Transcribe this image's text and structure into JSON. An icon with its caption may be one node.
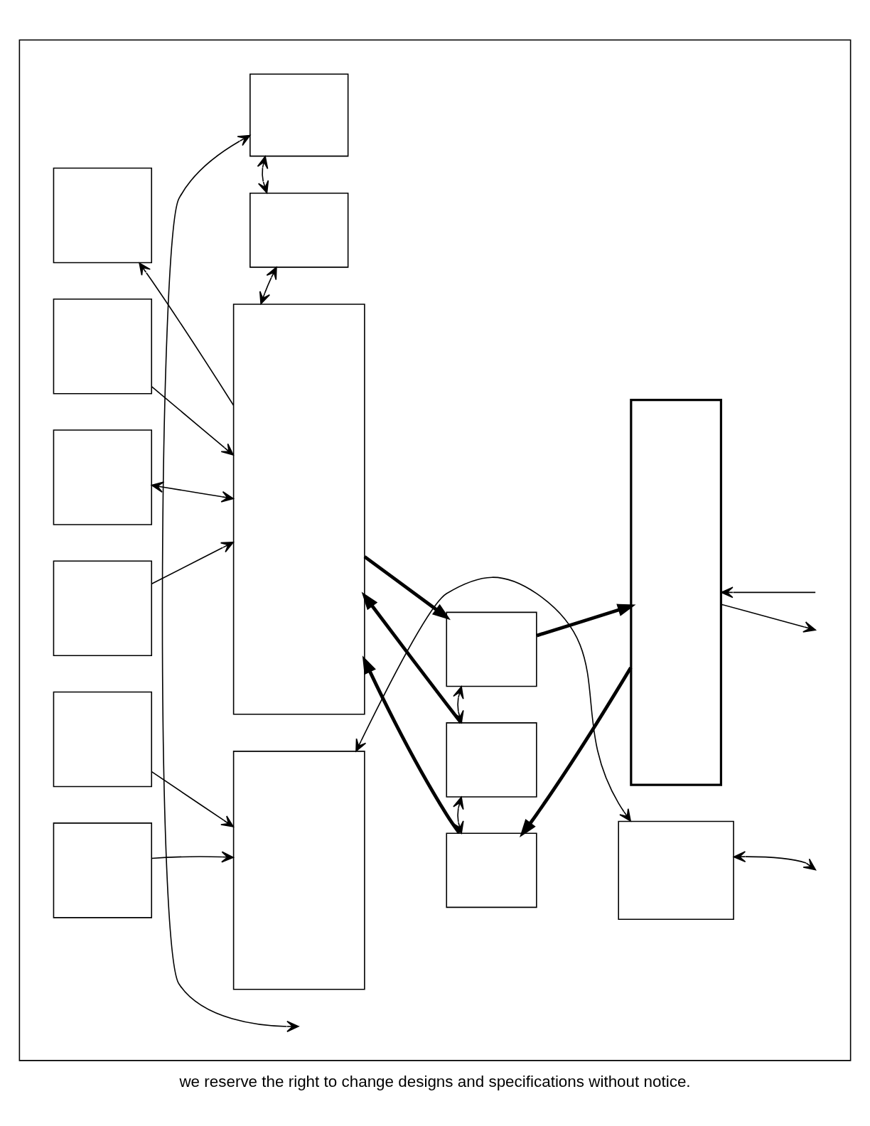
{
  "diagram": {
    "caption": "we reserve the right to change designs and specifications without notice.",
    "nodes": [
      {
        "text": [],
        "shape": "box"
      },
      {
        "text": [],
        "shape": "box",
        "in": 0
      },
      {
        "text": [],
        "shape": "box",
        "in": 0
      },
      {
        "text": [],
        "shape": "box",
        "in": 0
      },
      {
        "text": [],
        "shape": "box",
        "in": 0
      },
      {
        "text": [],
        "shape": "box",
        "in": 0
      },
      {
        "text": [],
        "shape": "box",
        "in": 0
      },
      {
        "text": [],
        "shape": "box",
        "in": 0
      },
      {
        "text": [],
        "shape": "box",
        "in": 0
      },
      {
        "text": [],
        "shape": "box",
        "in": 0
      },
      {
        "text": [],
        "shape": "box",
        "in": 0
      },
      {
        "text": [],
        "shape": "box",
        "in": 0
      },
      {
        "text": [],
        "shape": "box",
        "in": 0
      },
      {
        "text": [],
        "shape": "box",
        "in": 0
      },
      {
        "text": [],
        "shape": "box",
        "in": 0
      },
      {
        "text": [],
        "shape": "box",
        "in": 0
      }
    ],
    "edges": [
      {
        "from": null,
        "to": 1,
        "arrow": "both"
      },
      {
        "from": 1,
        "to": 2,
        "arrow": "both"
      },
      {
        "from": 2,
        "to": 3,
        "arrow": "both"
      },
      {
        "from": 3,
        "to": 5,
        "arrow": "to"
      },
      {
        "from": 6,
        "to": 3,
        "arrow": "to"
      },
      {
        "from": 7,
        "to": 3,
        "arrow": "both"
      },
      {
        "from": 8,
        "to": 3,
        "arrow": "to"
      },
      {
        "from": 9,
        "to": 4,
        "arrow": "to"
      },
      {
        "from": 10,
        "to": 4,
        "arrow": "to"
      },
      {
        "from": 3,
        "to": 11,
        "arrow": "to",
        "style": "thick"
      },
      {
        "from": 11,
        "to": 14,
        "arrow": "to",
        "style": "thick"
      },
      {
        "from": 11,
        "to": 12,
        "arrow": "both"
      },
      {
        "from": 12,
        "to": 3,
        "arrow": "to",
        "style": "thick"
      },
      {
        "from": 12,
        "to": 13,
        "arrow": "both"
      },
      {
        "from": 13,
        "to": 3,
        "arrow": "to",
        "style": "thick"
      },
      {
        "from": 14,
        "to": 13,
        "arrow": "to",
        "style": "thick"
      },
      {
        "from": 14,
        "to": null,
        "arrow": "to"
      },
      {
        "from": null,
        "to": 14,
        "arrow": "to"
      },
      {
        "from": 4,
        "to": 15,
        "arrow": "both"
      },
      {
        "from": 15,
        "to": null,
        "arrow": "both"
      }
    ]
  }
}
